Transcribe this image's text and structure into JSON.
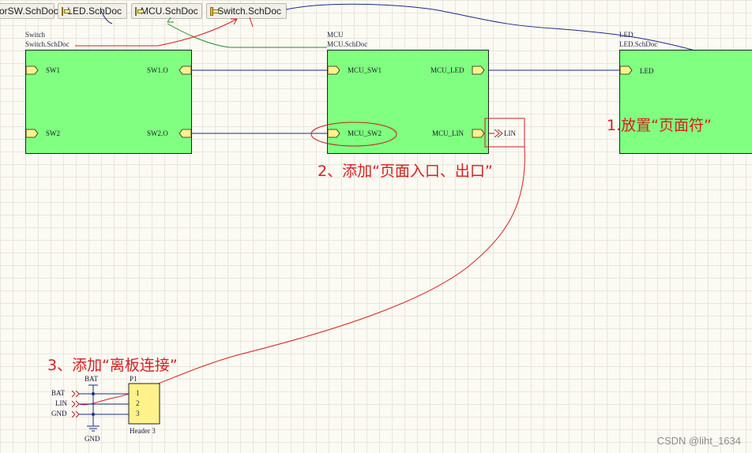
{
  "tabs": [
    {
      "label": "orSW.SchDoc",
      "icon": "none"
    },
    {
      "label": "LED.SchDoc",
      "icon": "schematic-doc-icon"
    },
    {
      "label": "MCU.SchDoc",
      "icon": "schematic-doc-icon"
    },
    {
      "label": "Switch.SchDoc",
      "icon": "schematic-doc-icon"
    }
  ],
  "sheets": {
    "switch": {
      "designator": "Switch",
      "filename": "Switch.SchDoc",
      "entries": {
        "sw1": "SW1",
        "sw2": "SW2",
        "sw1o": "SW1.O",
        "sw2o": "SW2.O"
      }
    },
    "mcu": {
      "designator": "MCU",
      "filename": "MCU.SchDoc",
      "entries": {
        "sw1": "MCU_SW1",
        "sw2": "MCU_SW2",
        "led": "MCU_LED",
        "lin": "MCU_LIN"
      }
    },
    "led": {
      "designator": "LED",
      "filename": "LED.SchDoc",
      "entries": {
        "led": "LED"
      }
    }
  },
  "port": {
    "lin": "LIN"
  },
  "annotations": {
    "a1": "1.放置“页面符”",
    "a2": "2、添加“页面入口、出口”",
    "a3": "3、添加“离板连接”"
  },
  "header": {
    "designator": "P1",
    "comment": "Header 3",
    "pins": [
      "1",
      "2",
      "3"
    ],
    "ports": [
      "BAT",
      "LIN",
      "GND"
    ],
    "power_bat": "BAT",
    "power_gnd": "GND"
  },
  "colors": {
    "sheet_fill": "#80ff80",
    "wire": "#1c2a8a",
    "annotation": "#d42020",
    "entry_fill": "#fff28a"
  },
  "watermark": "CSDN @liht_1634"
}
